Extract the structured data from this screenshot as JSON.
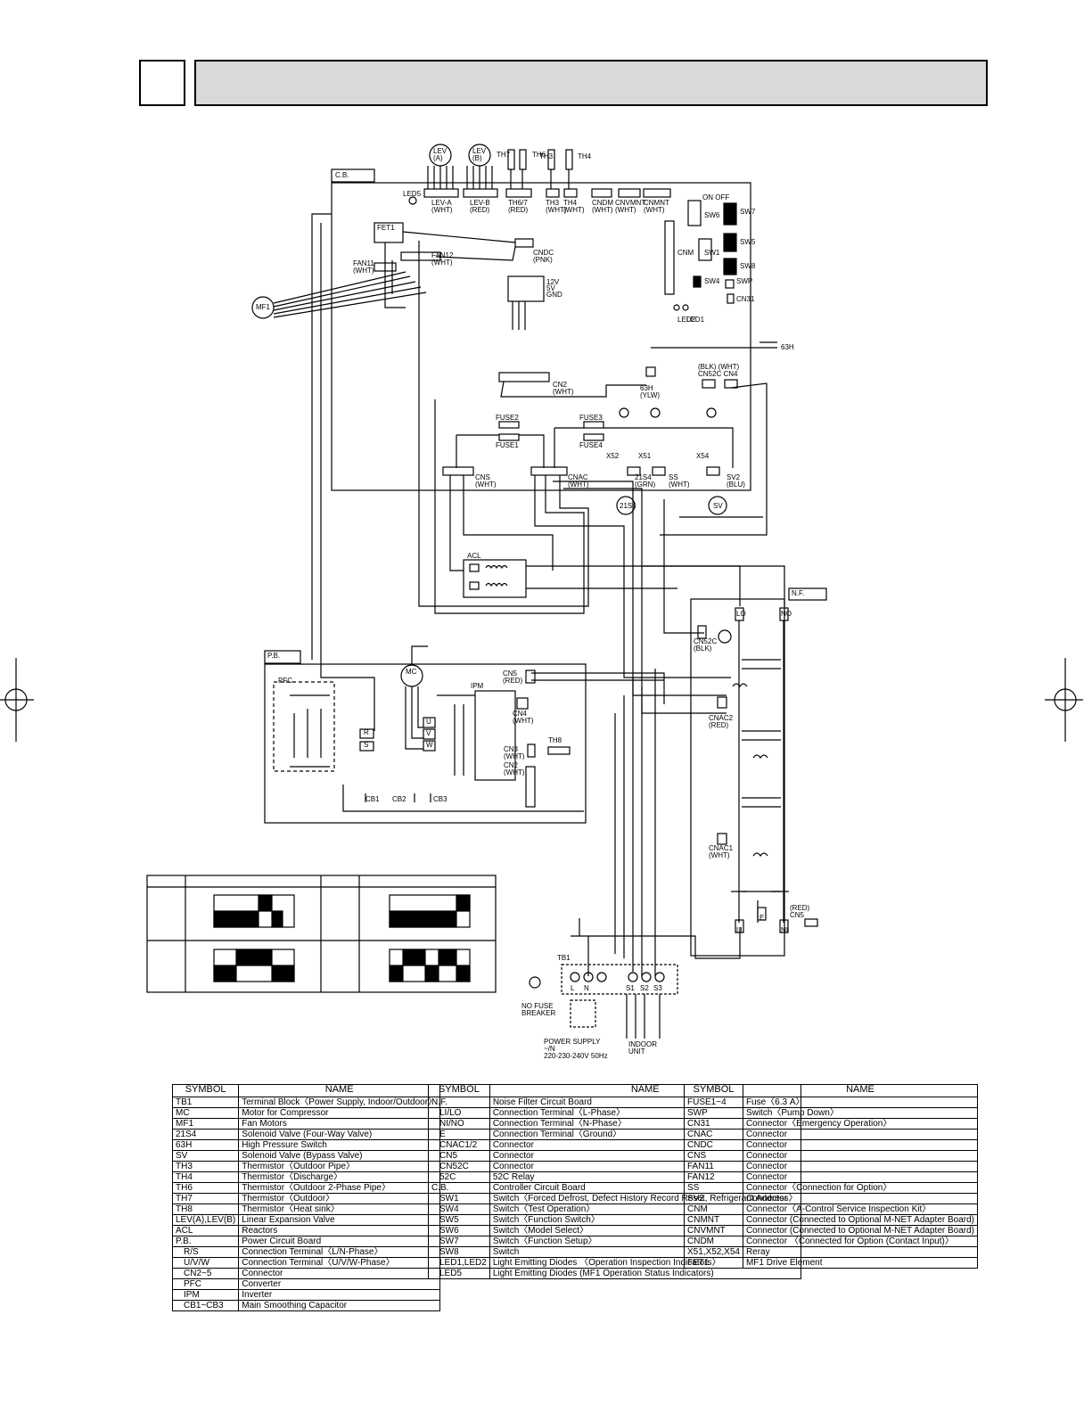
{
  "header": {
    "index": "",
    "title": ""
  },
  "diagram": {
    "cb_label": "C.B.",
    "nf_label": "N.F.",
    "pb_label": "P.B.",
    "lev_a": "LEV\n(A)",
    "lev_b": "LEV\n(B)",
    "th7": "TH7",
    "th6": "TH6",
    "th3": "TH3",
    "th4": "TH4",
    "led5": "LED5",
    "lev_a_conn": "LEV-A\n(WHT)",
    "lev_b_conn": "LEV-B\n(RED)",
    "th67_conn": "TH6/7\n(RED)",
    "th3_conn": "TH3\n(WHT)",
    "th4_conn": "TH4\n(WHT)",
    "cndm": "CNDM\n(WHT)",
    "cnvmnt": "CNVMNT\n(WHT)",
    "cnmnt": "CNMNT\n(WHT)",
    "on_off": "ON OFF",
    "sw6": "SW6",
    "sw7": "SW7",
    "sw1": "SW1",
    "sw5": "SW5",
    "sw8": "SW8",
    "sw4": "SW4",
    "swp": "SWP",
    "cn31": "CN31",
    "cnm": "CNM",
    "led2": "LED2",
    "led1": "LED1",
    "fet1": "FET1",
    "fan11": "FAN11\n(WHT)",
    "fan12": "FAN12\n(WHT)",
    "cndc": "CNDC\n(PNK)",
    "mf1": "MF1",
    "v12": "12V",
    "v5": "5V",
    "gnd": "GND",
    "h63": "63H",
    "h63_conn": "63H\n(YLW)",
    "cn2_cb": "CN2\n(WHT)",
    "cn52c_cn4": "(BLK) (WHT)\nCN52C CN4",
    "x52": "X52",
    "x51": "X51",
    "x54": "X54",
    "fuse1": "FUSE1",
    "fuse2": "FUSE2",
    "fuse3": "FUSE3",
    "fuse4": "FUSE4",
    "cns": "CNS\n(WHT)",
    "cnac": "CNAC\n(WHT)",
    "s21s4_conn": "21S4\n(GRN)",
    "ss": "SS\n(WHT)",
    "sv2": "SV2\n(BLU)",
    "m21s4": "21S4",
    "msv": "SV",
    "acl": "ACL",
    "cn52c_nf": "CN52C\n(BLK)",
    "cnac2": "CNAC2\n(RED)",
    "cnac1": "CNAC1\n(WHT)",
    "cn5_nf": "(RED)\nCN5",
    "mc": "MC",
    "ipm": "IPM",
    "pfc": "PFC",
    "cn5_pb": "CN5\n(RED)",
    "cn4_pb": "CN4\n(WHT)",
    "cn3_pb": "CN3\n(WHT)",
    "th8": "TH8",
    "cn2_pb": "CN2\n(WHT)",
    "cb1": "CB1",
    "cb2": "CB2",
    "cb3": "CB3",
    "r": "R",
    "s": "S",
    "u": "U",
    "v": "V",
    "w": "W",
    "tb1": "TB1",
    "tb_l": "L",
    "tb_n": "N",
    "tb_s1": "S1",
    "tb_s2": "S2",
    "tb_s3": "S3",
    "nfb": "NO FUSE\nBREAKER",
    "power": "POWER SUPPLY\n~/N\n220-230-240V 50Hz",
    "indoor": "INDOOR\nUNIT",
    "li": "LI",
    "ni": "NI",
    "lo": "LO",
    "no": "NO",
    "e": "E"
  },
  "symbol_table": {
    "col_symbol": "SYMBOL",
    "col_name": "NAME",
    "col1": [
      {
        "s": "TB1",
        "n": "Terminal Block〈Power Supply, Indoor/Outdoor〉"
      },
      {
        "s": "MC",
        "n": "Motor for Compressor"
      },
      {
        "s": "MF1",
        "n": "Fan Motors"
      },
      {
        "s": "21S4",
        "n": "Solenoid Valve (Four-Way Valve)"
      },
      {
        "s": "63H",
        "n": "High Pressure Switch"
      },
      {
        "s": "SV",
        "n": "Solenoid Valve (Bypass Valve)"
      },
      {
        "s": "TH3",
        "n": "Thermistor〈Outdoor Pipe〉"
      },
      {
        "s": "TH4",
        "n": "Thermistor〈Discharge〉"
      },
      {
        "s": "TH6",
        "n": "Thermistor〈Outdoor 2-Phase Pipe〉"
      },
      {
        "s": "TH7",
        "n": "Thermistor〈Outdoor〉"
      },
      {
        "s": "TH8",
        "n": "Thermistor〈Heat sink〉"
      },
      {
        "s": "LEV(A),LEV(B)",
        "n": "Linear Expansion Valve"
      },
      {
        "s": "ACL",
        "n": "Reactors"
      },
      {
        "s": "P.B.",
        "n": "Power Circuit Board"
      },
      {
        "s": "R/S",
        "n": "Connection Terminal〈L/N-Phase〉",
        "i": true
      },
      {
        "s": "U/V/W",
        "n": "Connection Terminal〈U/V/W-Phase〉",
        "i": true
      },
      {
        "s": "CN2~5",
        "n": "Connector",
        "i": true
      },
      {
        "s": "PFC",
        "n": "Converter",
        "i": true
      },
      {
        "s": "IPM",
        "n": "Inverter",
        "i": true
      },
      {
        "s": "CB1~CB3",
        "n": "Main Smoothing Capacitor",
        "i": true
      }
    ],
    "col2": [
      {
        "s": "N.F.",
        "n": "Noise Filter Circuit Board"
      },
      {
        "s": "LI/LO",
        "n": "Connection Terminal〈L-Phase〉",
        "i": true
      },
      {
        "s": "NI/NO",
        "n": "Connection Terminal〈N-Phase〉",
        "i": true
      },
      {
        "s": "E",
        "n": "Connection Terminal〈Ground〉",
        "i": true
      },
      {
        "s": "CNAC1/2",
        "n": "Connector",
        "i": true
      },
      {
        "s": "CN5",
        "n": "Connector",
        "i": true
      },
      {
        "s": "CN52C",
        "n": "Connector",
        "i": true
      },
      {
        "s": "52C",
        "n": "52C Relay",
        "i": true
      },
      {
        "s": "C.B.",
        "n": "Controller Circuit Board"
      },
      {
        "s": "SW1",
        "n": "Switch〈Forced Defrost, Defect History\n              Record Reset, Refrigerant Address〉",
        "i": true
      },
      {
        "s": "SW4",
        "n": "Switch〈Test Operation〉",
        "i": true
      },
      {
        "s": "SW5",
        "n": "Switch〈Function Switch〉",
        "i": true
      },
      {
        "s": "SW6",
        "n": "Switch〈Model Select〉",
        "i": true
      },
      {
        "s": "SW7",
        "n": "Switch〈Function Setup〉",
        "i": true
      },
      {
        "s": "SW8",
        "n": "Switch",
        "i": true
      },
      {
        "s": "LED1,LED2",
        "n": "Light Emitting Diodes\n〈Operation Inspection Indicators〉",
        "i": true
      },
      {
        "s": "LED5",
        "n": "Light Emitting Diodes\n(MF1 Operation Status Indicators)",
        "i": true
      }
    ],
    "col3": [
      {
        "s": "FUSE1~4",
        "n": "Fuse〈6.3 A〉"
      },
      {
        "s": "SWP",
        "n": "Switch〈Pump Down〉"
      },
      {
        "s": "CN31",
        "n": "Connector〈Emergency Operation〉"
      },
      {
        "s": "CNAC",
        "n": "Connector"
      },
      {
        "s": "CNDC",
        "n": "Connector"
      },
      {
        "s": "CNS",
        "n": "Connector"
      },
      {
        "s": "FAN11",
        "n": "Connector"
      },
      {
        "s": "FAN12",
        "n": "Connector"
      },
      {
        "s": "SS",
        "n": "Connector〈Connection for Option〉"
      },
      {
        "s": "SV2",
        "n": "Connector"
      },
      {
        "s": "CNM",
        "n": "Connector〈A-Control Service Inspection Kit〉"
      },
      {
        "s": "CNMNT",
        "n": "Connector\n(Connected to Optional M-NET Adapter Board)"
      },
      {
        "s": "CNVMNT",
        "n": "Connector\n(Connected to Optional M-NET Adapter Board)"
      },
      {
        "s": "CNDM",
        "n": "Connector\n〈Connected for Option (Contact Input)〉"
      },
      {
        "s": "X51,X52,X54",
        "n": "Reray"
      },
      {
        "s": "FET1",
        "n": "MF1 Drive Element"
      }
    ]
  }
}
